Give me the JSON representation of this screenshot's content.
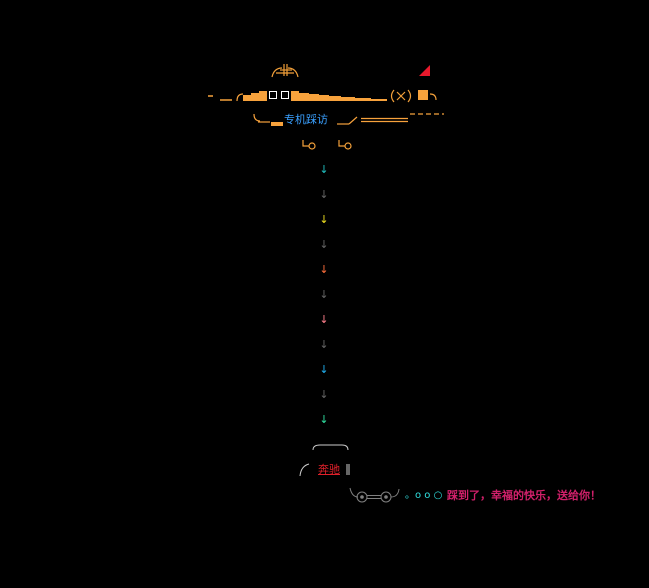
{
  "header": {
    "route_label": "专机踩访"
  },
  "arrows": [
    {
      "glyph": "↓",
      "color": "#20c0c0"
    },
    {
      "glyph": "↓",
      "color": "#666666"
    },
    {
      "glyph": "↓",
      "color": "#f0e020"
    },
    {
      "glyph": "↓",
      "color": "#666666"
    },
    {
      "glyph": "↓",
      "color": "#ff6f3c"
    },
    {
      "glyph": "↓",
      "color": "#666666"
    },
    {
      "glyph": "↓",
      "color": "#ff7f8c"
    },
    {
      "glyph": "↓",
      "color": "#666666"
    },
    {
      "glyph": "↓",
      "color": "#20b0f0"
    },
    {
      "glyph": "↓",
      "color": "#666666"
    },
    {
      "glyph": "↓",
      "color": "#30e0a0"
    }
  ],
  "landing": {
    "touchdown_label": "奔驰",
    "bubbles": "。o o ○",
    "message": "踩到了，幸福的快乐，送给你！"
  },
  "colors": {
    "plane_orange": "#f7a23c",
    "plane_outline": "#f2a03a",
    "tail_red": "#e8192c",
    "label_blue": "#3aa0ff",
    "touchdown_red": "#e0202a",
    "message_pink": "#d0206a",
    "bubble_cyan": "#30e0e0",
    "gear_gray": "#808080"
  },
  "icons": {
    "tail": "red-triangle-icon",
    "infinity": "infinity-icon",
    "wheels": "landing-gear-icon"
  }
}
